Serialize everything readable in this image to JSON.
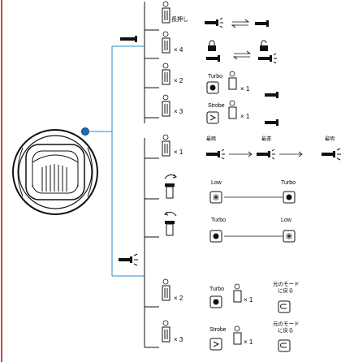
{
  "colors": {
    "left_rule": "#c2161b",
    "connector": "#2a8fc4",
    "ink": "#111111",
    "accent": "#1d6fb3"
  },
  "labels": {
    "long_press": "長押し",
    "times_4": "× 4",
    "times_2": "× 2",
    "times_3": "× 3",
    "times_1": "× 1",
    "turbo": "Turbo",
    "strobe": "Strobe",
    "low": "Low",
    "dim": "最暗",
    "mid": "最遠",
    "bright": "最明",
    "return_prev_mode": "元のモード\nに戻る"
  },
  "rows": [
    {
      "id": "r1",
      "press": "long_press"
    },
    {
      "id": "r2",
      "press": "times_4"
    },
    {
      "id": "r3",
      "press": "times_2",
      "to": "turbo"
    },
    {
      "id": "r4",
      "press": "times_3",
      "to": "strobe"
    },
    {
      "id": "r5",
      "press": "times_1",
      "to": "cycle"
    },
    {
      "id": "r6",
      "action": "half-press",
      "from": "low",
      "to": "turbo"
    },
    {
      "id": "r7",
      "action": "release",
      "from": "turbo",
      "to": "low"
    },
    {
      "id": "r8",
      "press": "times_2",
      "from": "turbo",
      "to": "return"
    },
    {
      "id": "r9",
      "press": "times_3",
      "from": "strobe",
      "to": "return"
    }
  ]
}
